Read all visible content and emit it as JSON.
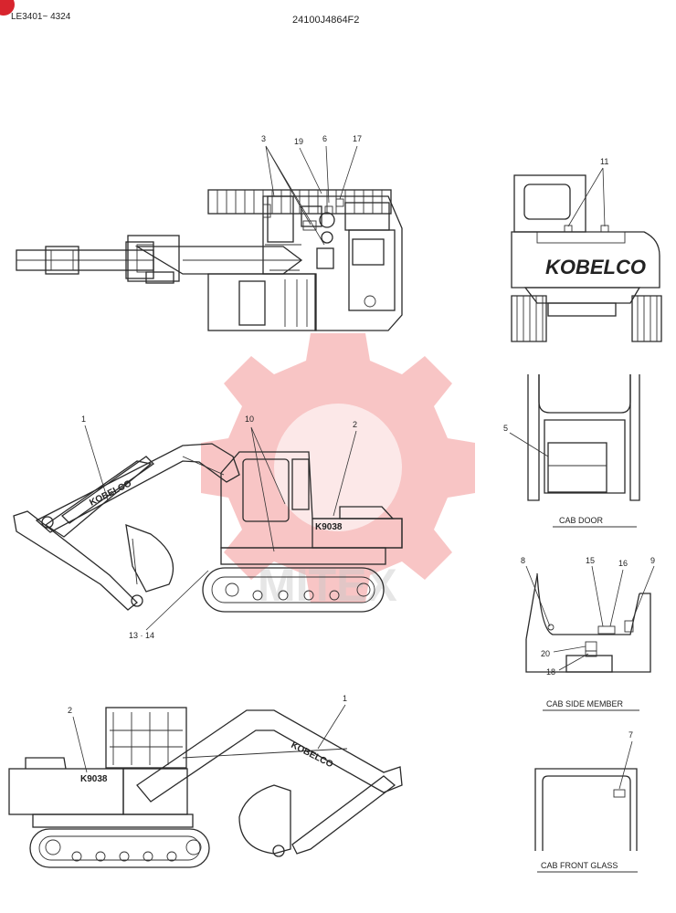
{
  "header": {
    "serial_range": "LE3401~ 4324",
    "drawing_number": "24100J4864F2"
  },
  "logo_text": "KOBELCO",
  "model_plate": "K9038",
  "callouts": {
    "top": [
      "3",
      "19",
      "6",
      "17"
    ],
    "rear": [
      "11"
    ],
    "left_side": [
      "1",
      "10",
      "2",
      "13 · 14"
    ],
    "right_side": [
      "2",
      "1"
    ],
    "cab_door": [
      "5"
    ],
    "cab_side_member": [
      "8",
      "15",
      "16",
      "9",
      "20",
      "18"
    ],
    "cab_front_glass": [
      "7"
    ]
  },
  "detail_titles": {
    "cab_door": "CAB DOOR",
    "cab_side_member": "CAB SIDE MEMBER",
    "cab_front_glass": "CAB FRONT GLASS"
  },
  "colors": {
    "line": "#2a2a2a",
    "watermark": "#f07e7e",
    "badge": "#d8252e"
  }
}
